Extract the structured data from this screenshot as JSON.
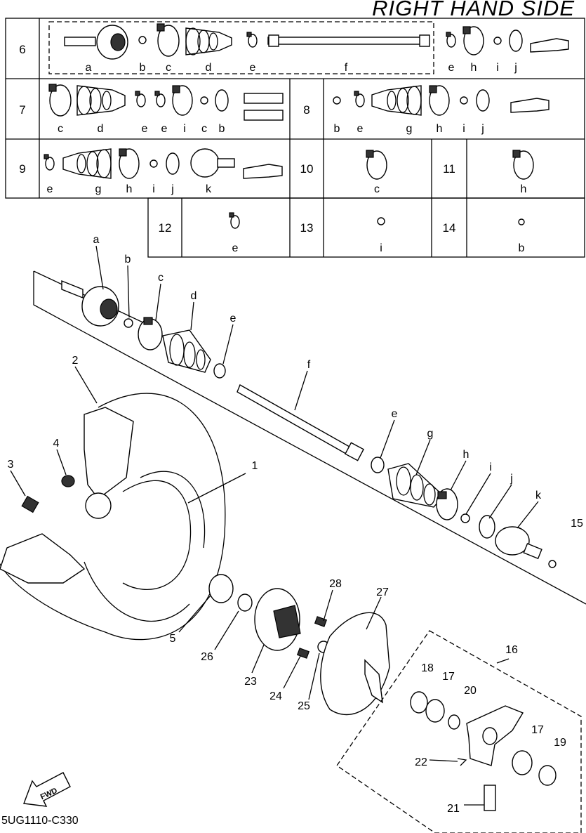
{
  "title": "RIGHT HAND SIDE",
  "diagram_code": "5UG1110-C330",
  "fwd_label": "FWD",
  "kit_table": [
    {
      "number": "6",
      "parts": [
        "a",
        "b",
        "c",
        "d",
        "e",
        "f",
        "e",
        "h",
        "i",
        "j"
      ]
    },
    {
      "number": "7",
      "parts": [
        "c",
        "d",
        "e",
        "e",
        "i",
        "c",
        "b"
      ]
    },
    {
      "number": "8",
      "parts": [
        "b",
        "e",
        "g",
        "h",
        "i",
        "j"
      ]
    },
    {
      "number": "9",
      "parts": [
        "e",
        "g",
        "h",
        "i",
        "j",
        "k"
      ]
    },
    {
      "number": "10",
      "parts": [
        "c"
      ]
    },
    {
      "number": "11",
      "parts": [
        "h"
      ]
    },
    {
      "number": "12",
      "parts": [
        "e"
      ]
    },
    {
      "number": "13",
      "parts": [
        "i"
      ]
    },
    {
      "number": "14",
      "parts": [
        "b"
      ]
    }
  ],
  "shaft_callouts": [
    "a",
    "b",
    "c",
    "d",
    "e",
    "f",
    "e",
    "g",
    "h",
    "i",
    "j",
    "k"
  ],
  "part_numbers": [
    "1",
    "2",
    "3",
    "4",
    "5",
    "15",
    "16",
    "17",
    "17",
    "18",
    "19",
    "20",
    "21",
    "22",
    "23",
    "24",
    "25",
    "26",
    "27",
    "28"
  ]
}
